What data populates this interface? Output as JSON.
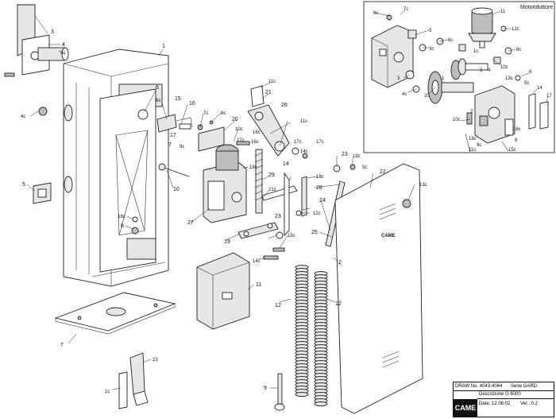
{
  "inset_title": "Motoriduttore",
  "title_block": {
    "draw_no": "DRAW No. 4043-4044",
    "series": "Serie GARD",
    "description": "Descrizione G 6000",
    "date": "Date: 12.06.02",
    "version": "Ver.: 0.2",
    "logo": "CAME"
  },
  "housing_brand": "CAME",
  "labels": {
    "l1": "1",
    "l2": "2",
    "l3": "3",
    "l4": "4",
    "l2c": "2c",
    "l4c": "4c",
    "l5": "5",
    "l6": "6",
    "l6c": "6c",
    "l15": "15",
    "l16": "16",
    "l17": "17",
    "l7c": "7c",
    "l7": "7",
    "l8c": "8c",
    "l9c": "9c",
    "l20": "20",
    "l10": "10",
    "l10c": "10c",
    "l17c": "17c",
    "l11c": "11c",
    "l21": "21",
    "l26": "26",
    "l11c2": "11c",
    "l16c": "16c",
    "l18c": "18c",
    "l27": "27",
    "l29": "29",
    "l21c": "21c",
    "l28": "28",
    "l23": "23",
    "l19c": "19c",
    "l5c": "5c",
    "l22": "22",
    "l13c": "13c",
    "l18c2": "18c",
    "l24": "24",
    "l14": "14",
    "l12c": "12c",
    "l8": "8",
    "l18c3": "18c",
    "l17c2": "17c",
    "l23b": "23",
    "l19": "19",
    "l15c": "15c",
    "l25": "25",
    "l14c": "14c",
    "l11": "11",
    "l12": "12",
    "l12b": "12",
    "l2b": "2",
    "l7b": "7",
    "l23c": "23",
    "l1c": "1c",
    "l9": "9",
    "l16c2": "16c",
    "l14c2": "14c",
    "l17c3": "17c",
    "i6c": "6c",
    "i7c": "7c",
    "i5": "5",
    "i3c": "3c",
    "i8c": "8c",
    "i11": "11",
    "i12c": "12c",
    "i9c": "9c",
    "i10c": "10c",
    "i1c": "1c",
    "i20": "20",
    "i4c": "4c",
    "i3": "3",
    "i1": "1",
    "i6": "6",
    "i5c": "5c",
    "i14": "14",
    "i17": "17",
    "i2": "2",
    "i10c2": "10c",
    "i11c": "11c",
    "i15c": "15c",
    "i16c": "16c",
    "i9c2": "9c",
    "i8": "8",
    "i4": "4",
    "i13c": "13c",
    "i18c": "18c",
    "i3b": "3"
  }
}
